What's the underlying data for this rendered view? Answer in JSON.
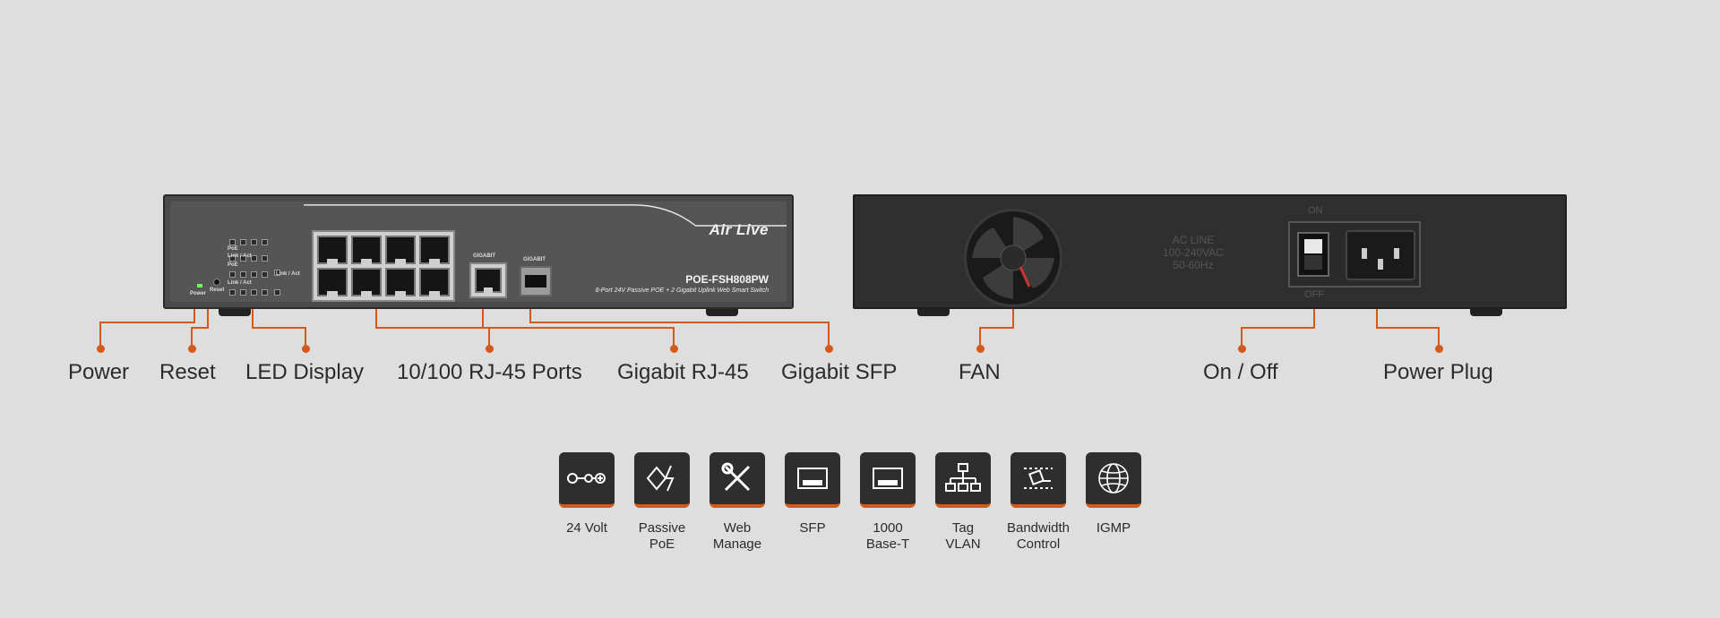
{
  "front_panel": {
    "brand": "Air Live",
    "model": "POE-FSH808PW",
    "description": "8-Port 24V Passive POE + 2 Gigabit Uplink Web Smart Switch",
    "tiny": {
      "power": "Power",
      "reset": "Reset",
      "gigabit_a": "GIGABIT",
      "gigabit_b": "GIGABIT",
      "poe_a": "PoE",
      "linkact_a": "Link / Act",
      "poe_b": "PoE",
      "linkact_b": "Link / Act",
      "linkact_c": "Link / Act"
    }
  },
  "rear_panel": {
    "print_line1": "AC LINE",
    "print_line2": "100-240VAC",
    "print_line3": "50-60Hz",
    "on": "ON",
    "off": "OFF"
  },
  "callouts": {
    "power": "Power",
    "reset": "Reset",
    "led_display": "LED Display",
    "rj45_ports": "10/100 RJ-45 Ports",
    "gigabit_rj45": "Gigabit RJ-45",
    "gigabit_sfp": "Gigabit SFP",
    "fan": "FAN",
    "on_off": "On / Off",
    "power_plug": "Power Plug"
  },
  "features": [
    {
      "label": "24 Volt",
      "icon": "dc-power-icon"
    },
    {
      "label": "Passive\nPoE",
      "icon": "passive-poe-icon"
    },
    {
      "label": "Web\nManage",
      "icon": "wrench-screwdriver-icon"
    },
    {
      "label": "SFP",
      "icon": "sfp-module-icon"
    },
    {
      "label": "1000\nBase-T",
      "icon": "ethernet-port-icon"
    },
    {
      "label": "Tag\nVLAN",
      "icon": "network-tree-icon"
    },
    {
      "label": "Bandwidth\nControl",
      "icon": "bandwidth-icon"
    },
    {
      "label": "IGMP",
      "icon": "globe-icon"
    }
  ],
  "colors": {
    "accent": "#d35a1a",
    "background": "#dedede",
    "icon_bg": "#2e2e2e"
  }
}
